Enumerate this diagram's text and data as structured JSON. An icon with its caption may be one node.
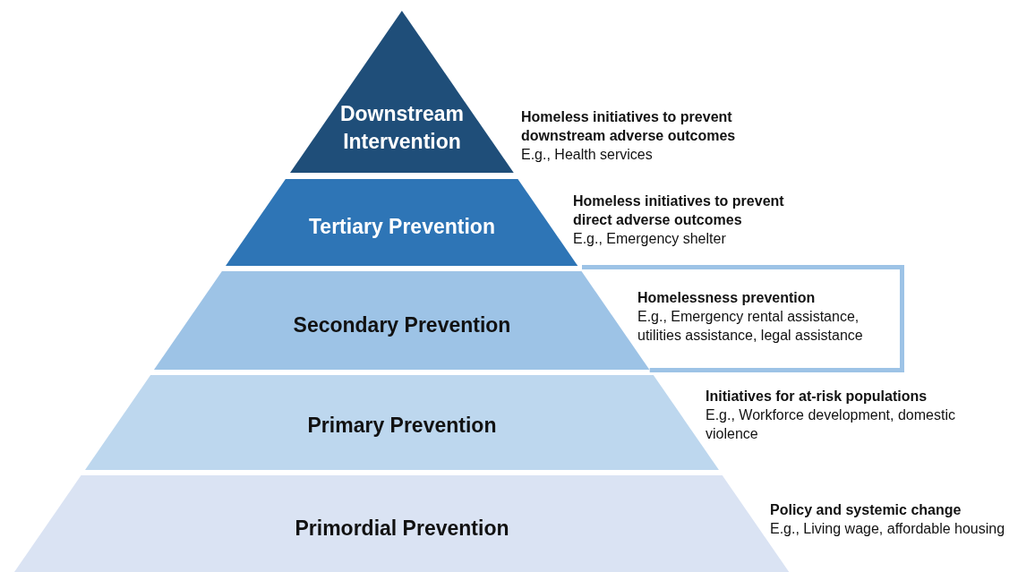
{
  "diagram": {
    "nodes": [
      {
        "text": [
          "Downstream Intervention"
        ],
        "beside": [
          "Homeless initiatives to prevent downstream adverse outcomes",
          "E.g., Health services"
        ]
      },
      {
        "text": [
          "Tertiary Prevention"
        ],
        "beside": [
          "Homeless initiatives to prevent direct adverse outcomes",
          "E.g., Emergency shelter"
        ]
      },
      {
        "text": [
          "Secondary Prevention"
        ]
      },
      {
        "text": [
          "Homelessness prevention",
          "E.g., Emergency rental assistance, utilities assistance, legal assistance"
        ]
      },
      {
        "text": [
          "Primary Prevention"
        ],
        "beside": [
          "Initiatives for at-risk populations",
          "E.g., Workforce development, domestic violence"
        ]
      },
      {
        "text": [
          "Primordial Prevention"
        ],
        "beside": [
          "Policy and systemic change",
          "E.g., Living wage, affordable housing"
        ]
      }
    ],
    "edges": []
  }
}
